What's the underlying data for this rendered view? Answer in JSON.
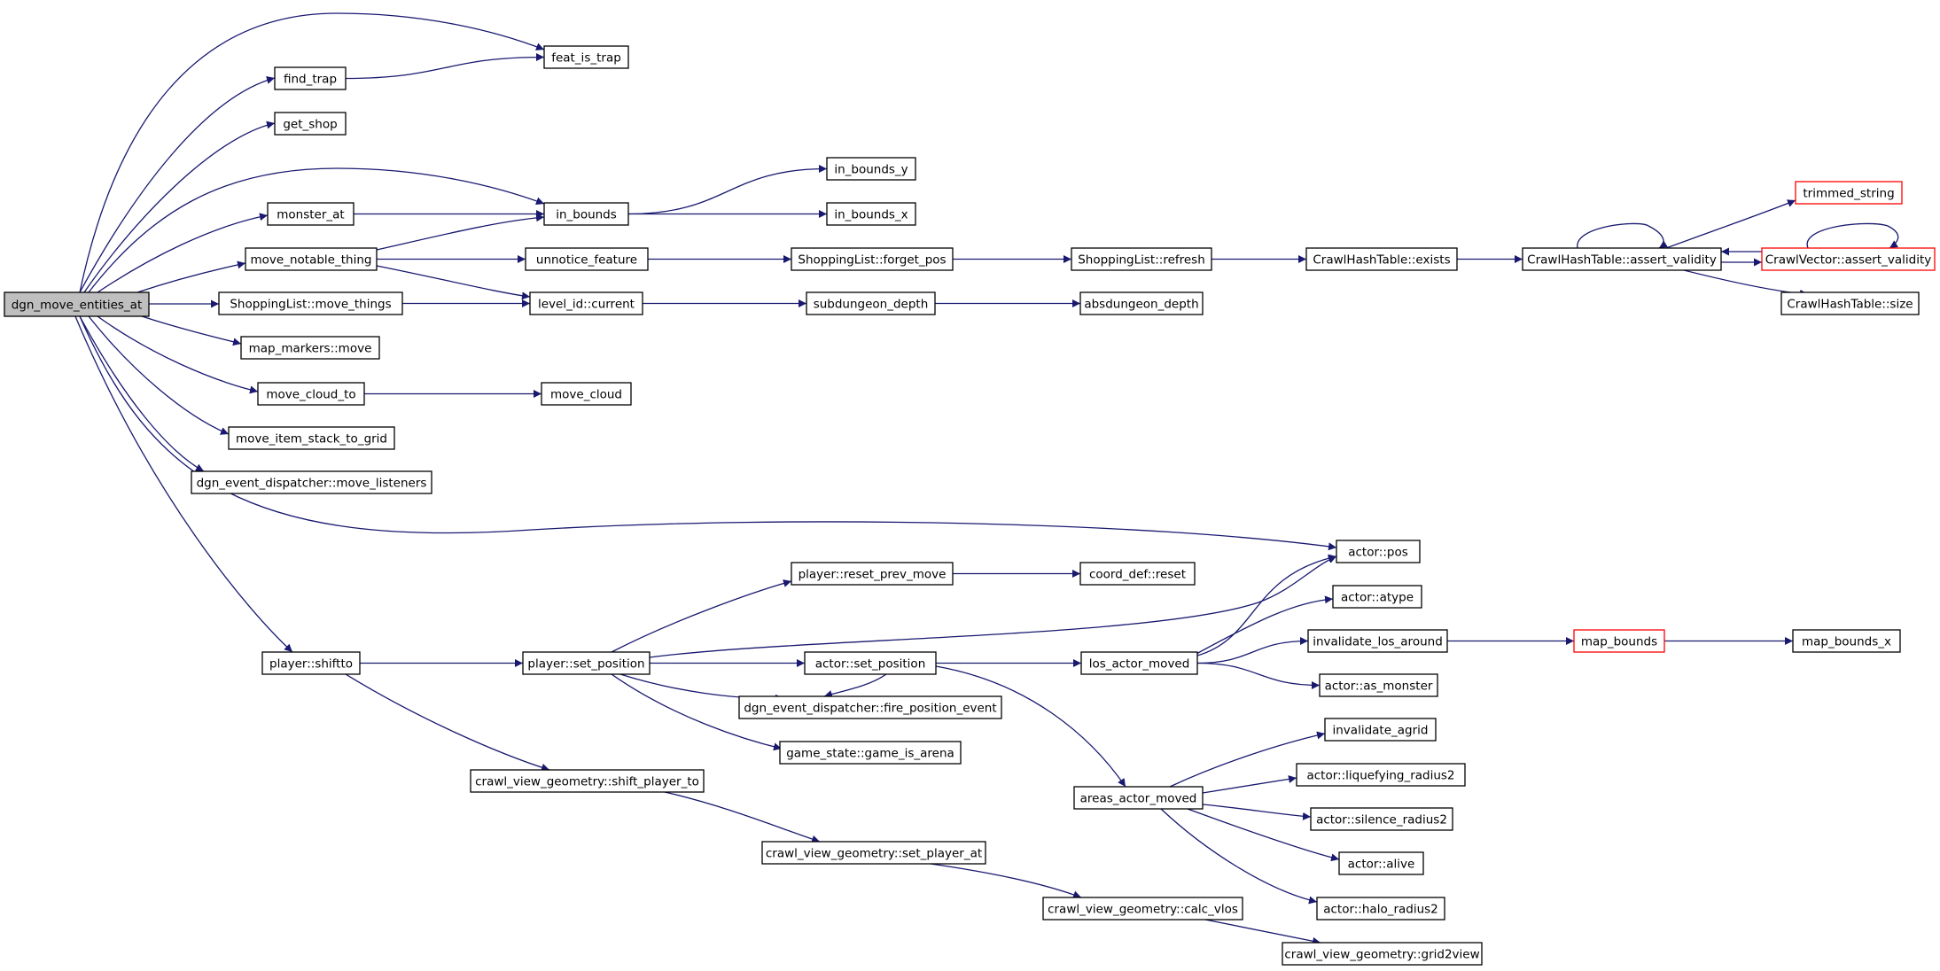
{
  "graph": {
    "type": "call-graph",
    "colors": {
      "edge": "#191970",
      "root_fill": "#bfbfbf",
      "node_border": "#000000",
      "truncated_border": "#ff0000",
      "background": "#ffffff"
    },
    "nodes": [
      {
        "id": "dgn_move_entities_at",
        "label": "dgn_move_entities_at",
        "style": "root"
      },
      {
        "id": "find_trap",
        "label": "find_trap"
      },
      {
        "id": "feat_is_trap",
        "label": "feat_is_trap"
      },
      {
        "id": "get_shop",
        "label": "get_shop"
      },
      {
        "id": "monster_at",
        "label": "monster_at"
      },
      {
        "id": "in_bounds",
        "label": "in_bounds"
      },
      {
        "id": "in_bounds_y",
        "label": "in_bounds_y"
      },
      {
        "id": "in_bounds_x",
        "label": "in_bounds_x"
      },
      {
        "id": "move_notable_thing",
        "label": "move_notable_thing"
      },
      {
        "id": "unnotice_feature",
        "label": "unnotice_feature"
      },
      {
        "id": "shoppinglist_forget_pos",
        "label": "ShoppingList::forget_pos"
      },
      {
        "id": "shoppinglist_refresh",
        "label": "ShoppingList::refresh"
      },
      {
        "id": "crawlhashtable_exists",
        "label": "CrawlHashTable::exists"
      },
      {
        "id": "crawlhashtable_assert_validity",
        "label": "CrawlHashTable::assert_validity"
      },
      {
        "id": "trimmed_string",
        "label": "trimmed_string",
        "style": "truncated"
      },
      {
        "id": "crawlvector_assert_validity",
        "label": "CrawlVector::assert_validity",
        "style": "truncated"
      },
      {
        "id": "crawlhashtable_size",
        "label": "CrawlHashTable::size"
      },
      {
        "id": "shoppinglist_move_things",
        "label": "ShoppingList::move_things"
      },
      {
        "id": "level_id_current",
        "label": "level_id::current"
      },
      {
        "id": "subdungeon_depth",
        "label": "subdungeon_depth"
      },
      {
        "id": "absdungeon_depth",
        "label": "absdungeon_depth"
      },
      {
        "id": "map_markers_move",
        "label": "map_markers::move"
      },
      {
        "id": "move_cloud_to",
        "label": "move_cloud_to"
      },
      {
        "id": "move_cloud",
        "label": "move_cloud"
      },
      {
        "id": "move_item_stack_to_grid",
        "label": "move_item_stack_to_grid"
      },
      {
        "id": "dgn_event_dispatcher_move_listeners",
        "label": "dgn_event_dispatcher::move_listeners"
      },
      {
        "id": "actor_pos",
        "label": "actor::pos"
      },
      {
        "id": "player_shiftto",
        "label": "player::shiftto"
      },
      {
        "id": "player_set_position",
        "label": "player::set_position"
      },
      {
        "id": "player_reset_prev_move",
        "label": "player::reset_prev_move"
      },
      {
        "id": "coord_def_reset",
        "label": "coord_def::reset"
      },
      {
        "id": "actor_set_position",
        "label": "actor::set_position"
      },
      {
        "id": "los_actor_moved",
        "label": "los_actor_moved"
      },
      {
        "id": "actor_atype",
        "label": "actor::atype"
      },
      {
        "id": "invalidate_los_around",
        "label": "invalidate_los_around"
      },
      {
        "id": "map_bounds",
        "label": "map_bounds",
        "style": "truncated"
      },
      {
        "id": "map_bounds_x",
        "label": "map_bounds_x"
      },
      {
        "id": "actor_as_monster",
        "label": "actor::as_monster"
      },
      {
        "id": "dgn_event_dispatcher_fire_position_event",
        "label": "dgn_event_dispatcher::fire_position_event"
      },
      {
        "id": "game_state_game_is_arena",
        "label": "game_state::game_is_arena"
      },
      {
        "id": "crawl_view_geometry_shift_player_to",
        "label": "crawl_view_geometry::shift_player_to"
      },
      {
        "id": "crawl_view_geometry_set_player_at",
        "label": "crawl_view_geometry::set_player_at"
      },
      {
        "id": "crawl_view_geometry_calc_vlos",
        "label": "crawl_view_geometry::calc_vlos"
      },
      {
        "id": "crawl_view_geometry_grid2view",
        "label": "crawl_view_geometry::grid2view"
      },
      {
        "id": "areas_actor_moved",
        "label": "areas_actor_moved"
      },
      {
        "id": "invalidate_agrid",
        "label": "invalidate_agrid"
      },
      {
        "id": "actor_liquefying_radius2",
        "label": "actor::liquefying_radius2"
      },
      {
        "id": "actor_silence_radius2",
        "label": "actor::silence_radius2"
      },
      {
        "id": "actor_alive",
        "label": "actor::alive"
      },
      {
        "id": "actor_halo_radius2",
        "label": "actor::halo_radius2"
      }
    ],
    "edges": [
      {
        "from": "dgn_move_entities_at",
        "to": "feat_is_trap"
      },
      {
        "from": "dgn_move_entities_at",
        "to": "find_trap"
      },
      {
        "from": "dgn_move_entities_at",
        "to": "get_shop"
      },
      {
        "from": "dgn_move_entities_at",
        "to": "in_bounds"
      },
      {
        "from": "dgn_move_entities_at",
        "to": "monster_at"
      },
      {
        "from": "dgn_move_entities_at",
        "to": "move_notable_thing"
      },
      {
        "from": "dgn_move_entities_at",
        "to": "shoppinglist_move_things"
      },
      {
        "from": "dgn_move_entities_at",
        "to": "map_markers_move"
      },
      {
        "from": "dgn_move_entities_at",
        "to": "move_cloud_to"
      },
      {
        "from": "dgn_move_entities_at",
        "to": "move_item_stack_to_grid"
      },
      {
        "from": "dgn_move_entities_at",
        "to": "dgn_event_dispatcher_move_listeners"
      },
      {
        "from": "dgn_move_entities_at",
        "to": "actor_pos"
      },
      {
        "from": "dgn_move_entities_at",
        "to": "player_shiftto"
      },
      {
        "from": "find_trap",
        "to": "feat_is_trap"
      },
      {
        "from": "monster_at",
        "to": "in_bounds"
      },
      {
        "from": "move_notable_thing",
        "to": "in_bounds"
      },
      {
        "from": "move_notable_thing",
        "to": "unnotice_feature"
      },
      {
        "from": "move_notable_thing",
        "to": "level_id_current"
      },
      {
        "from": "in_bounds",
        "to": "in_bounds_y"
      },
      {
        "from": "in_bounds",
        "to": "in_bounds_x"
      },
      {
        "from": "unnotice_feature",
        "to": "shoppinglist_forget_pos"
      },
      {
        "from": "shoppinglist_forget_pos",
        "to": "shoppinglist_refresh"
      },
      {
        "from": "shoppinglist_refresh",
        "to": "crawlhashtable_exists"
      },
      {
        "from": "crawlhashtable_exists",
        "to": "crawlhashtable_assert_validity"
      },
      {
        "from": "crawlhashtable_assert_validity",
        "to": "crawlhashtable_assert_validity"
      },
      {
        "from": "crawlhashtable_assert_validity",
        "to": "trimmed_string"
      },
      {
        "from": "crawlhashtable_assert_validity",
        "to": "crawlvector_assert_validity"
      },
      {
        "from": "crawlhashtable_assert_validity",
        "to": "crawlhashtable_size"
      },
      {
        "from": "crawlvector_assert_validity",
        "to": "crawlvector_assert_validity"
      },
      {
        "from": "crawlvector_assert_validity",
        "to": "crawlhashtable_assert_validity"
      },
      {
        "from": "shoppinglist_move_things",
        "to": "level_id_current"
      },
      {
        "from": "level_id_current",
        "to": "subdungeon_depth"
      },
      {
        "from": "subdungeon_depth",
        "to": "absdungeon_depth"
      },
      {
        "from": "move_cloud_to",
        "to": "move_cloud"
      },
      {
        "from": "player_shiftto",
        "to": "player_set_position"
      },
      {
        "from": "player_shiftto",
        "to": "crawl_view_geometry_shift_player_to"
      },
      {
        "from": "player_set_position",
        "to": "player_reset_prev_move"
      },
      {
        "from": "player_set_position",
        "to": "actor_pos"
      },
      {
        "from": "player_set_position",
        "to": "actor_set_position"
      },
      {
        "from": "player_set_position",
        "to": "dgn_event_dispatcher_fire_position_event"
      },
      {
        "from": "player_set_position",
        "to": "game_state_game_is_arena"
      },
      {
        "from": "player_reset_prev_move",
        "to": "coord_def_reset"
      },
      {
        "from": "actor_set_position",
        "to": "los_actor_moved"
      },
      {
        "from": "actor_set_position",
        "to": "dgn_event_dispatcher_fire_position_event"
      },
      {
        "from": "actor_set_position",
        "to": "areas_actor_moved"
      },
      {
        "from": "los_actor_moved",
        "to": "actor_pos"
      },
      {
        "from": "los_actor_moved",
        "to": "actor_atype"
      },
      {
        "from": "los_actor_moved",
        "to": "invalidate_los_around"
      },
      {
        "from": "los_actor_moved",
        "to": "actor_as_monster"
      },
      {
        "from": "invalidate_los_around",
        "to": "map_bounds"
      },
      {
        "from": "map_bounds",
        "to": "map_bounds_x"
      },
      {
        "from": "crawl_view_geometry_shift_player_to",
        "to": "crawl_view_geometry_set_player_at"
      },
      {
        "from": "crawl_view_geometry_set_player_at",
        "to": "crawl_view_geometry_calc_vlos"
      },
      {
        "from": "crawl_view_geometry_calc_vlos",
        "to": "crawl_view_geometry_grid2view"
      },
      {
        "from": "areas_actor_moved",
        "to": "invalidate_agrid"
      },
      {
        "from": "areas_actor_moved",
        "to": "actor_liquefying_radius2"
      },
      {
        "from": "areas_actor_moved",
        "to": "actor_silence_radius2"
      },
      {
        "from": "areas_actor_moved",
        "to": "actor_alive"
      },
      {
        "from": "areas_actor_moved",
        "to": "actor_halo_radius2"
      }
    ]
  }
}
